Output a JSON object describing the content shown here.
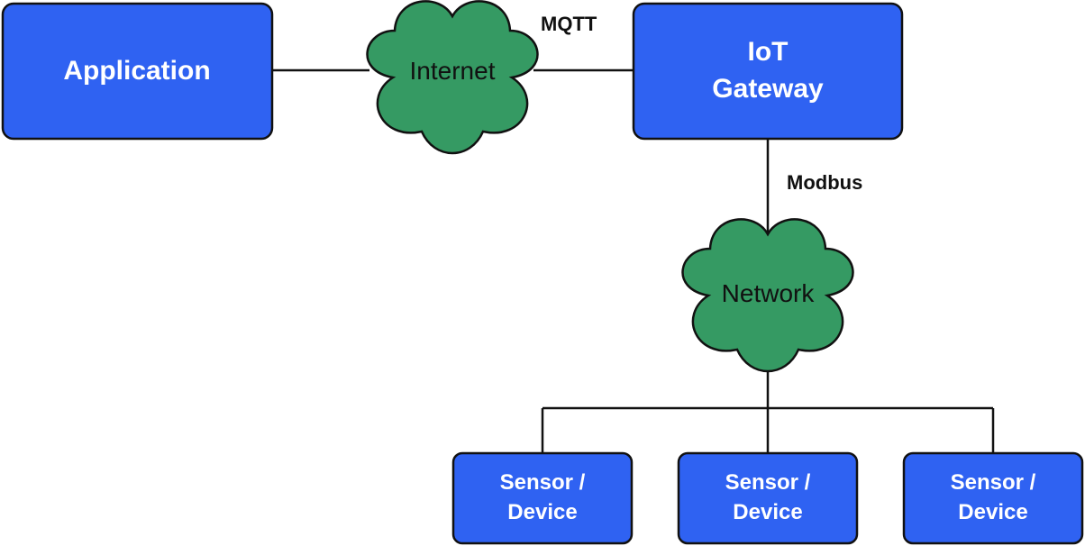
{
  "colors": {
    "box_fill": "#2f62f2",
    "cloud_fill": "#359a63",
    "line": "#111111",
    "box_text": "#ffffff"
  },
  "nodes": {
    "application": {
      "label": "Application"
    },
    "internet": {
      "label": "Internet"
    },
    "gateway": {
      "line1": "IoT",
      "line2": "Gateway"
    },
    "network": {
      "label": "Network"
    },
    "sensors": [
      {
        "line1": "Sensor /",
        "line2": "Device"
      },
      {
        "line1": "Sensor /",
        "line2": "Device"
      },
      {
        "line1": "Sensor /",
        "line2": "Device"
      }
    ]
  },
  "protocols": {
    "mqtt": "MQTT",
    "modbus": "Modbus"
  }
}
